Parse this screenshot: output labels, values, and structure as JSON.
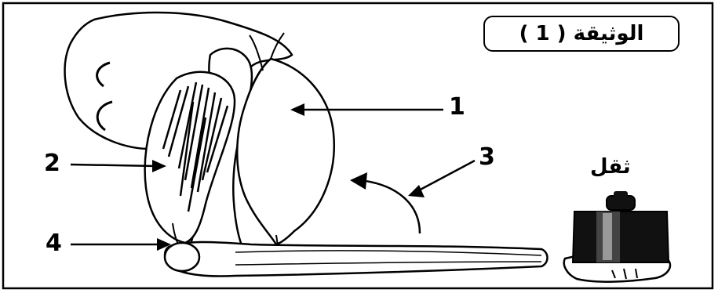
{
  "document": {
    "title": "الوثيقة ( 1 )",
    "weight_label": "ثقل"
  },
  "labels": {
    "n1": "1",
    "n2": "2",
    "n3": "3",
    "n4": "4"
  }
}
